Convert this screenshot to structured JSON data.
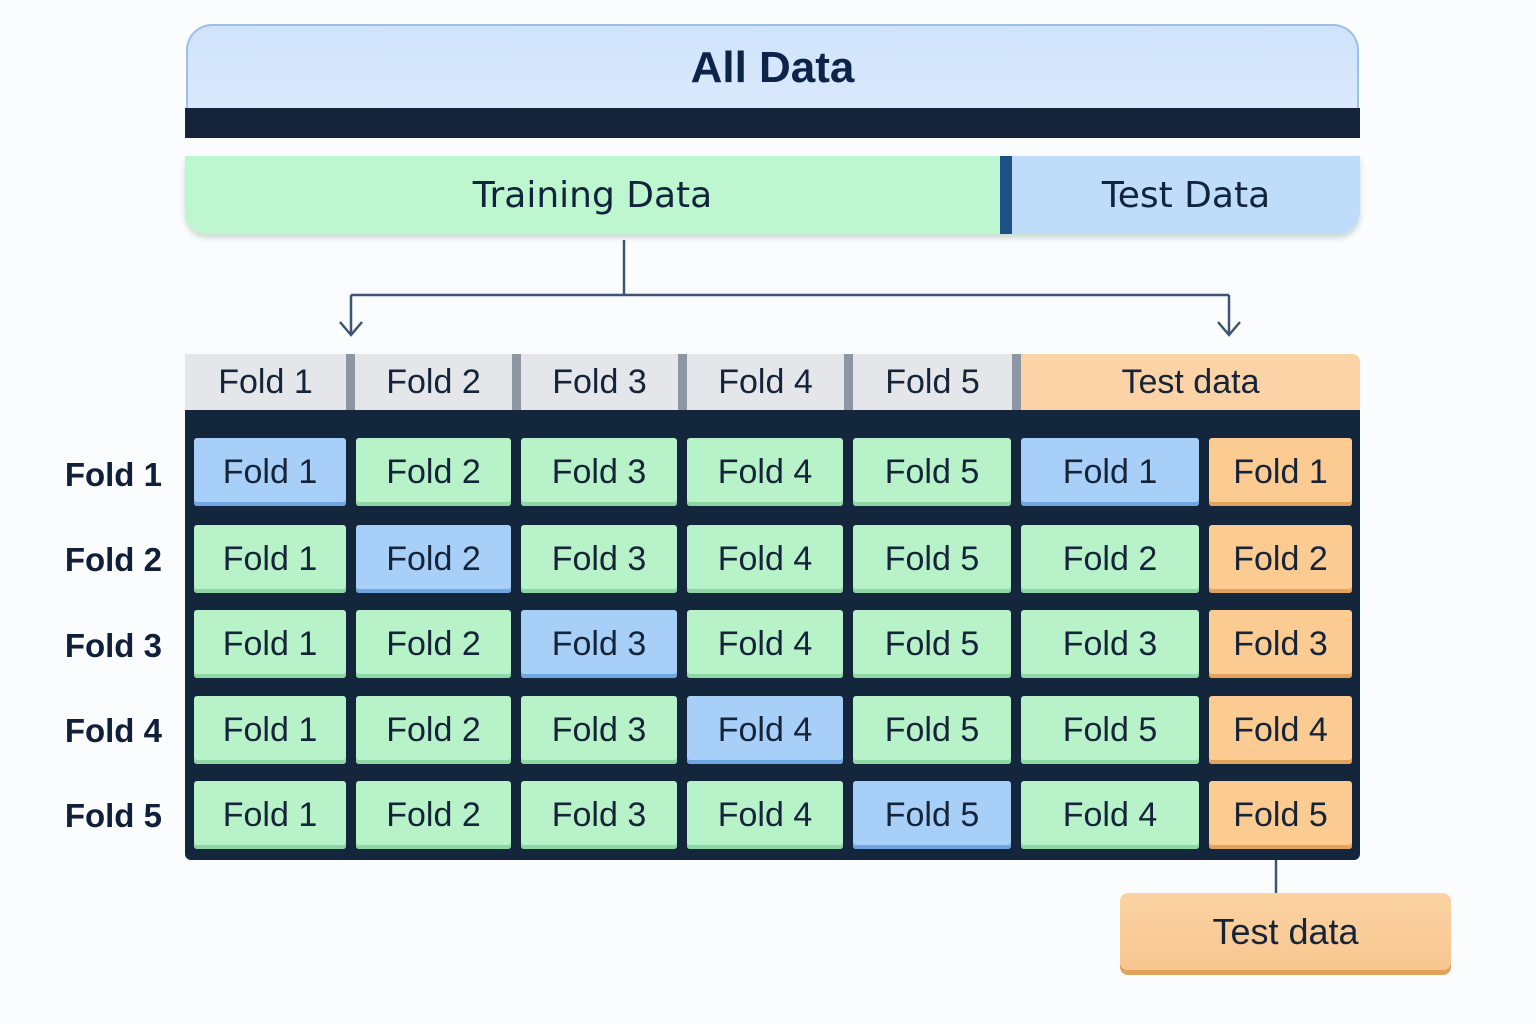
{
  "all_data_label": "All Data",
  "split": {
    "training": "Training Data",
    "test": "Test Data"
  },
  "header": {
    "folds": [
      "Fold 1",
      "Fold 2",
      "Fold 3",
      "Fold 4",
      "Fold 5"
    ],
    "test": "Test data"
  },
  "rows": [
    {
      "label": "Fold 1",
      "cells": [
        "Fold 1",
        "Fold 2",
        "Fold 3",
        "Fold 4",
        "Fold 5",
        "Fold 1",
        "Fold 1"
      ],
      "highlight": 1
    },
    {
      "label": "Fold 2",
      "cells": [
        "Fold 1",
        "Fold 2",
        "Fold 3",
        "Fold 4",
        "Fold 5",
        "Fold 2",
        "Fold 2"
      ],
      "highlight": 2
    },
    {
      "label": "Fold 3",
      "cells": [
        "Fold 1",
        "Fold 2",
        "Fold 3",
        "Fold 4",
        "Fold 5",
        "Fold 3",
        "Fold 3"
      ],
      "highlight": 3
    },
    {
      "label": "Fold 4",
      "cells": [
        "Fold 1",
        "Fold 2",
        "Fold 3",
        "Fold 4",
        "Fold 5",
        "Fold 5",
        "Fold 4"
      ],
      "highlight": 4
    },
    {
      "label": "Fold 5",
      "cells": [
        "Fold 1",
        "Fold 2",
        "Fold 3",
        "Fold 4",
        "Fold 5",
        "Fold 4",
        "Fold 5"
      ],
      "highlight": 5
    }
  ],
  "test_box_label": "Test data",
  "colors": {
    "training": "#b7f2c9",
    "validation": "#a7cff8",
    "test": "#fbcb92",
    "panel": "#14263c"
  }
}
